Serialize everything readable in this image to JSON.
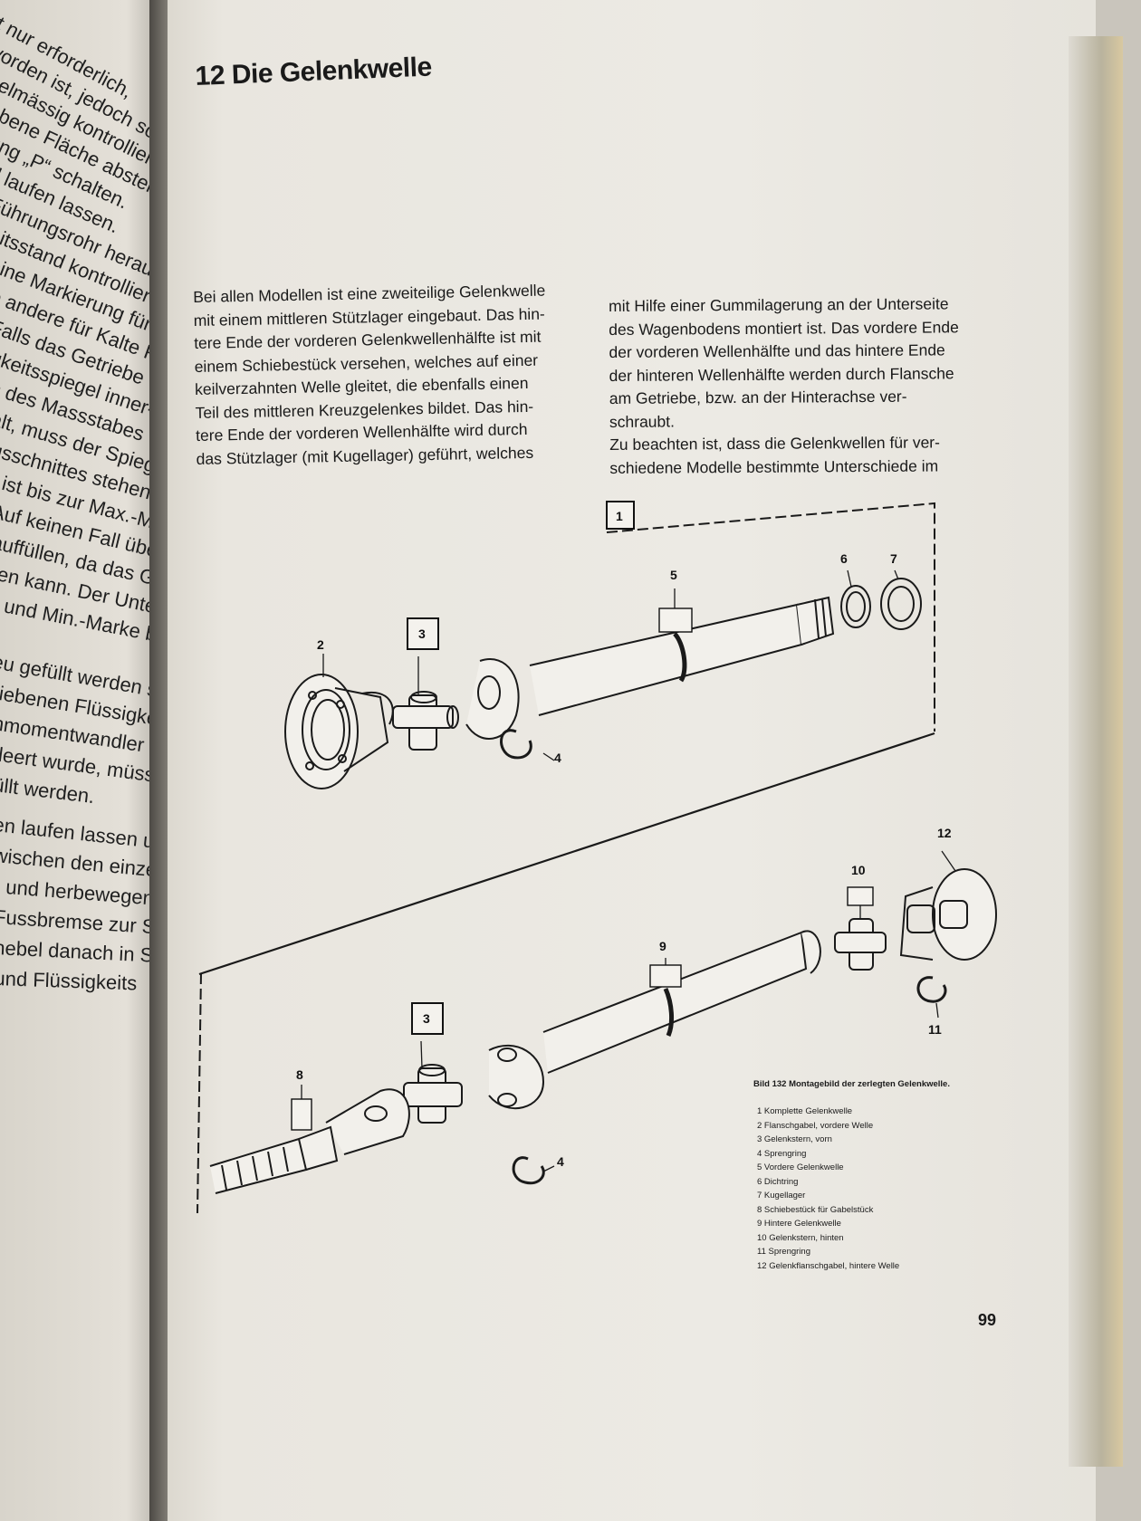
{
  "left_page": {
    "lines": [
      "st nur erforderlich,",
      "worden ist, jedoch sollte",
      "gelmässig kontrolliert",
      "ebene Fläche abstellen,",
      "ung „P“ schalten.",
      "d laufen lassen.",
      "Führungsrohr heraus-",
      "eitsstand kontrollieren",
      "eine Markierung für",
      "e andere für Kalte F",
      "Falls das Getriebe",
      "gkeitsspiegel inner-",
      "s des Massstabes",
      "alt, muss der Spiegel",
      "usschnittes stehen.",
      ", ist bis zur Max.-Mar",
      "Auf keinen Fall über d",
      "auffüllen, da das Getr",
      "ten kann. Der Unterschi",
      "- und Min.-Marke ber",
      "eu gefüllt werden soll,",
      "riebenen Flüssigkeit ein",
      "nmomentwandler erneu",
      "tleert wurde, müssen",
      "üllt werden.",
      "en laufen lassen und",
      "wischen den einzeln",
      "- und herbewegen (Ha",
      "Fussbremse zur Sicher",
      "hebel danach in Stel",
      "und Flüssigkeits"
    ]
  },
  "chapter": {
    "number": "12",
    "title": "Die Gelenkwelle"
  },
  "intro_left": [
    "Bei allen Modellen ist eine zweiteilige Gelenkwelle",
    "mit einem mittleren Stützlager eingebaut. Das hin-",
    "tere Ende der vorderen Gelenkwellenhälfte ist mit",
    "einem Schiebestück versehen, welches auf einer",
    "keilverzahnten Welle gleitet, die ebenfalls einen",
    "Teil des mittleren Kreuzgelenkes bildet. Das hin-",
    "tere Ende der vorderen Wellenhälfte wird durch",
    "das Stützlager (mit Kugellager) geführt, welches"
  ],
  "intro_right": [
    "mit Hilfe einer Gummilagerung an der Unterseite",
    "des Wagenbodens montiert ist. Das vordere Ende",
    "der vorderen Wellenhälfte und das hintere Ende",
    "der hinteren Wellenhälfte werden durch Flansche",
    "am Getriebe, bzw. an der Hinterachse ver-",
    "schraubt.",
    "Zu beachten ist, dass die Gelenkwellen für ver-",
    "schiedene Modelle bestimmte Unterschiede im"
  ],
  "figure": {
    "labels": {
      "box_1": "1",
      "box_3": "3",
      "n2": "2",
      "n4": "4",
      "n5": "5",
      "n6": "6",
      "n7": "7",
      "n8": "8",
      "n9": "9",
      "n10": "10",
      "n11": "11",
      "n12": "12"
    },
    "caption_title": "Bild 132  Montagebild der zerlegten Gelenkwelle.",
    "caption_items": [
      "1  Komplette Gelenkwelle",
      "2  Flanschgabel, vordere Welle",
      "3  Gelenkstern, vorn",
      "4  Sprengring",
      "5  Vordere Gelenkwelle",
      "6  Dichtring",
      "7  Kugellager",
      "8  Schiebestück für Gabelstück",
      "9  Hintere Gelenkwelle",
      "10  Gelenkstern, hinten",
      "11  Sprengring",
      "12  Gelenkflanschgabel, hintere Welle"
    ]
  },
  "page_number": "99"
}
